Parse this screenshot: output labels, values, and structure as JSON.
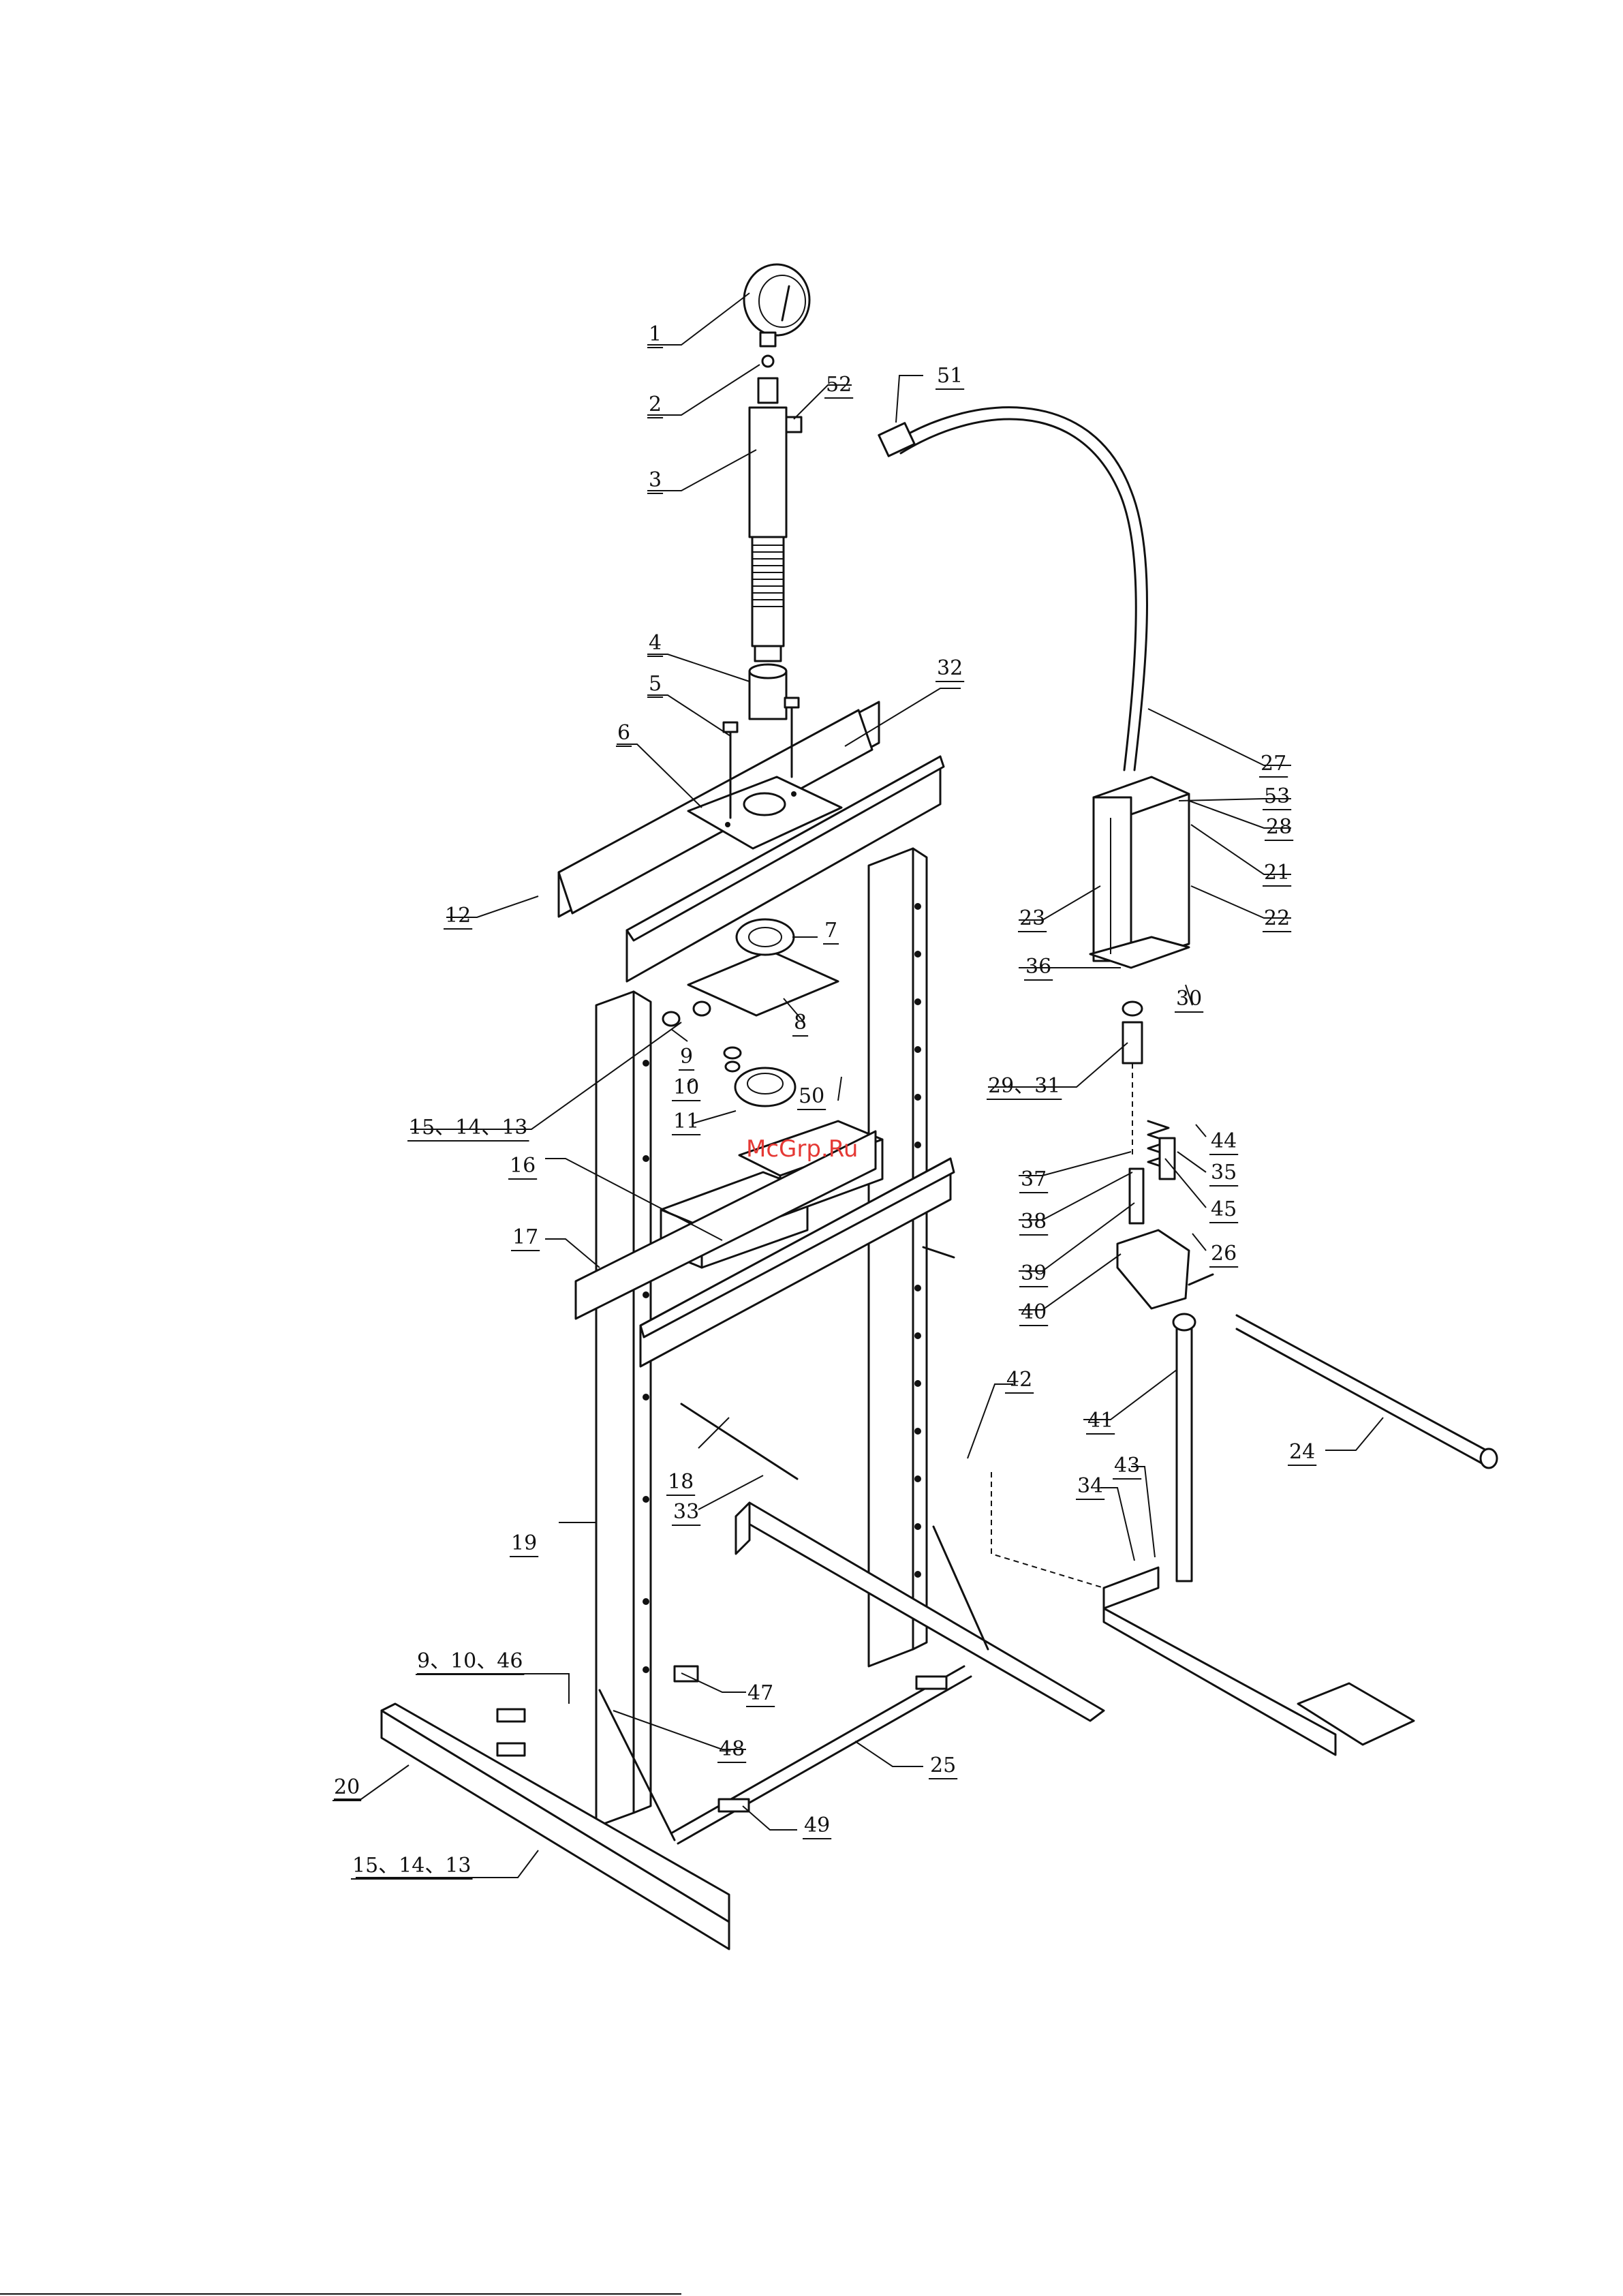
{
  "watermark": "McGrp.Ru",
  "colors": {
    "line": "#111111",
    "watermark": "#e53935",
    "background": "#ffffff"
  },
  "callouts": [
    "1",
    "2",
    "3",
    "4",
    "5",
    "6",
    "7",
    "8",
    "9",
    "10",
    "11",
    "12",
    "15、14、13",
    "16",
    "17",
    "18",
    "33",
    "19",
    "9、10、46",
    "20",
    "15、14、13",
    "47",
    "48",
    "49",
    "25",
    "42",
    "32",
    "27",
    "53",
    "28",
    "21",
    "22",
    "23",
    "36",
    "30",
    "29、31",
    "50",
    "44",
    "35",
    "45",
    "37",
    "38",
    "26",
    "39",
    "40",
    "41",
    "24",
    "34",
    "43",
    "51",
    "52"
  ]
}
